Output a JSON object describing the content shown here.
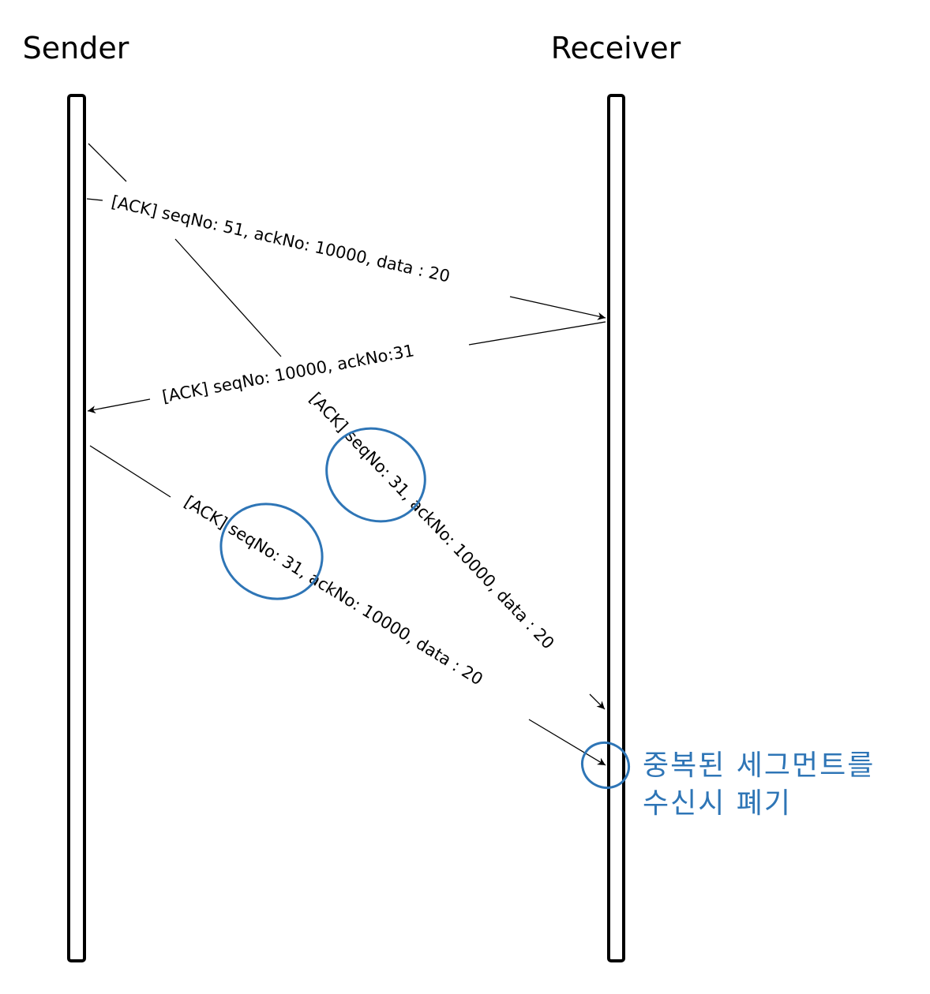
{
  "actors": {
    "sender": "Sender",
    "receiver": "Receiver"
  },
  "messages": [
    {
      "label": "[ACK] seqNo: 51, ackNo: 10000, data : 20",
      "from": "Sender",
      "to": "Receiver"
    },
    {
      "label": "[ACK] seqNo: 10000, ackNo:31",
      "from": "Receiver",
      "to": "Sender"
    },
    {
      "label": "[ACK] seqNo: 31, ackNo: 10000, data : 20",
      "from": "Sender",
      "to": "Receiver"
    },
    {
      "label": "[ACK] seqNo: 31, ackNo: 10000, data : 20",
      "from": "Sender",
      "to": "Receiver"
    }
  ],
  "note": {
    "line1": "중복된 세그먼트를",
    "line2": "수신시 폐기"
  },
  "colors": {
    "line": "#000000",
    "highlight": "#2e75b6"
  }
}
